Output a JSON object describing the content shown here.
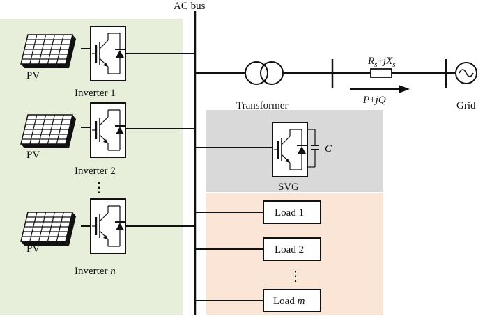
{
  "bus": {
    "label": "AC bus"
  },
  "pv_units": [
    {
      "pv_label": "PV",
      "inverter_label": "Inverter 1"
    },
    {
      "pv_label": "PV",
      "inverter_label": "Inverter 2"
    },
    {
      "pv_label": "PV",
      "inverter_label": "Inverter ",
      "inverter_index": "n"
    }
  ],
  "ellipsis": "⋮",
  "transformer": {
    "label": "Transformer"
  },
  "line": {
    "impedance": {
      "r": "R",
      "r_sub": "s",
      "plus": "+",
      "j": "j",
      "x": "X",
      "x_sub": "s"
    },
    "power": {
      "p": "P",
      "plus": "+",
      "j": "j",
      "q": "Q"
    }
  },
  "grid": {
    "label": "Grid"
  },
  "svg_unit": {
    "label": "SVG",
    "capacitor_label": "C"
  },
  "loads": [
    {
      "text": "Load 1"
    },
    {
      "text": "Load 2"
    },
    {
      "text": "Load ",
      "index": "m"
    }
  ],
  "colors": {
    "pv_region": "#e7eed9",
    "svg_region": "#d9d9d9",
    "load_region": "#fbe5d6"
  }
}
